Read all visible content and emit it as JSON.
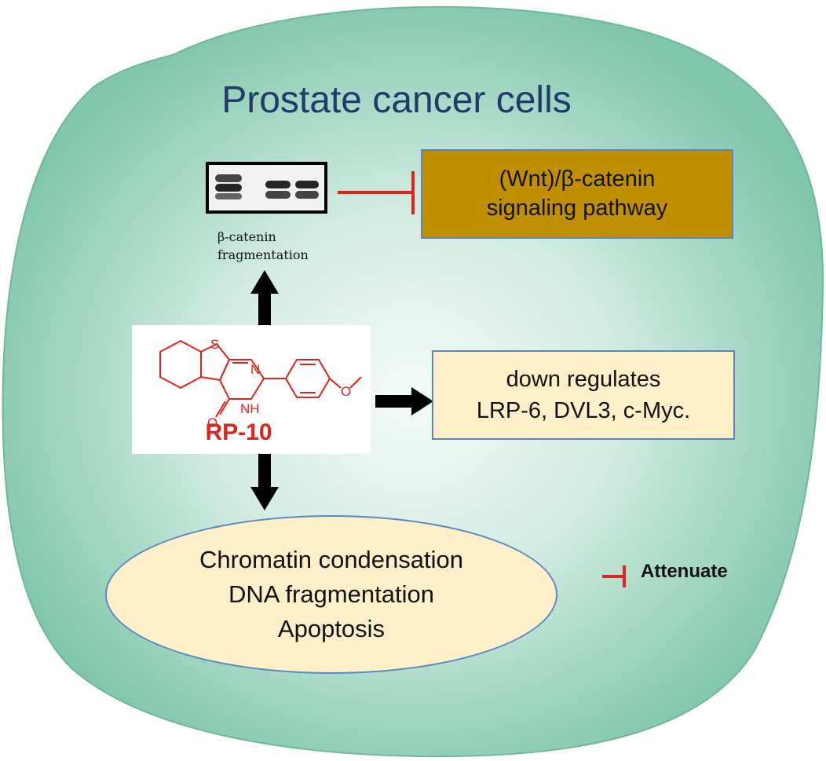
{
  "title": "Prostate cancer cells",
  "blot": {
    "caption_line1": "β-catenin",
    "caption_line2": "fragmentation"
  },
  "wnt_box": {
    "line1": "(Wnt)/β-catenin",
    "line2": "signaling pathway"
  },
  "compound": {
    "name": "RP-10",
    "atom_S": "S",
    "atom_N": "N",
    "atom_NH": "NH",
    "atom_O": "O"
  },
  "down_box": {
    "line1": "down regulates",
    "line2": "LRP-6, DVL3, c-Myc."
  },
  "ellipse": {
    "line1": "Chromatin condensation",
    "line2": "DNA fragmentation",
    "line3": "Apoptosis"
  },
  "legend": {
    "label": "Attenuate"
  },
  "colors": {
    "cell_fill_center": "#f4fbf8",
    "cell_fill_edge": "#7fc6aa",
    "title": "#1f3a6b",
    "wnt_box_fill": "#bf8f00",
    "panel_fill": "#fdefc7",
    "panel_border": "#5b86c4",
    "inhibit_red": "#e2231a",
    "arrow": "#000000"
  }
}
